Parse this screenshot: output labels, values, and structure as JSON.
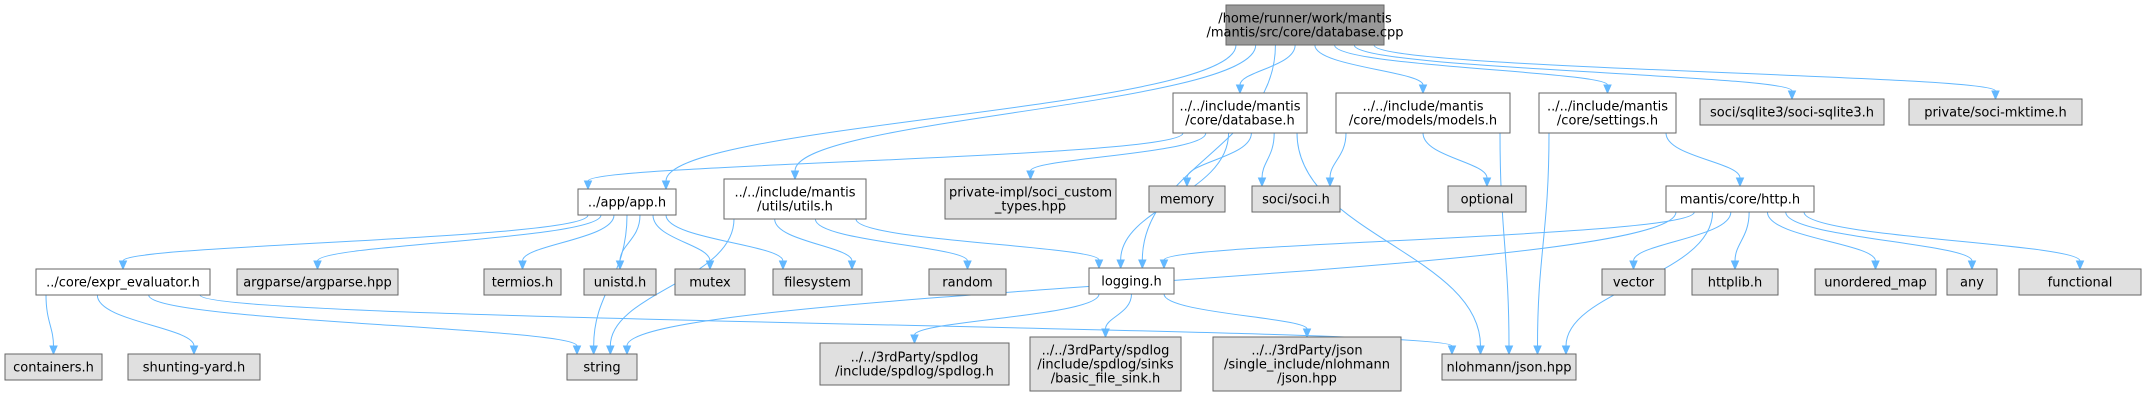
{
  "diagram": {
    "type": "include-dependency-graph",
    "colors": {
      "root_fill": "#999999",
      "header_fill": "#ffffff",
      "external_fill": "#e0e0e0",
      "border": "#666666",
      "edge": "#63b8ff"
    },
    "nodes": [
      {
        "id": "root",
        "kind": "root",
        "lines": [
          "/home/runner/work/mantis",
          "/mantis/src/core/database.cpp"
        ]
      },
      {
        "id": "app_h",
        "kind": "header",
        "lines": [
          "../app/app.h"
        ]
      },
      {
        "id": "utils_h",
        "kind": "header",
        "lines": [
          "../../include/mantis",
          "/utils/utils.h"
        ]
      },
      {
        "id": "logging_h",
        "kind": "header",
        "lines": [
          "logging.h"
        ]
      },
      {
        "id": "inc_database_h",
        "kind": "header",
        "lines": [
          "../../include/mantis",
          "/core/database.h"
        ]
      },
      {
        "id": "models_h",
        "kind": "header",
        "lines": [
          "../../include/mantis",
          "/core/models/models.h"
        ]
      },
      {
        "id": "settings_h",
        "kind": "header",
        "lines": [
          "../../include/mantis",
          "/core/settings.h"
        ]
      },
      {
        "id": "soci_sqlite3",
        "kind": "external",
        "lines": [
          "soci/sqlite3/soci-sqlite3.h"
        ]
      },
      {
        "id": "soci_mktime",
        "kind": "external",
        "lines": [
          "private/soci-mktime.h"
        ]
      },
      {
        "id": "expr_eval",
        "kind": "header",
        "lines": [
          "../core/expr_evaluator.h"
        ]
      },
      {
        "id": "argparse",
        "kind": "external",
        "lines": [
          "argparse/argparse.hpp"
        ]
      },
      {
        "id": "termios",
        "kind": "external",
        "lines": [
          "termios.h"
        ]
      },
      {
        "id": "unistd",
        "kind": "external",
        "lines": [
          "unistd.h"
        ]
      },
      {
        "id": "mutex",
        "kind": "external",
        "lines": [
          "mutex"
        ]
      },
      {
        "id": "filesystem",
        "kind": "external",
        "lines": [
          "filesystem"
        ]
      },
      {
        "id": "random",
        "kind": "external",
        "lines": [
          "random"
        ]
      },
      {
        "id": "soci_custom",
        "kind": "external",
        "lines": [
          "private-impl/soci_custom",
          "_types.hpp"
        ]
      },
      {
        "id": "memory",
        "kind": "external",
        "lines": [
          "memory"
        ]
      },
      {
        "id": "soci_h",
        "kind": "external",
        "lines": [
          "soci/soci.h"
        ]
      },
      {
        "id": "optional",
        "kind": "external",
        "lines": [
          "optional"
        ]
      },
      {
        "id": "http_h",
        "kind": "header",
        "lines": [
          "mantis/core/http.h"
        ]
      },
      {
        "id": "vector",
        "kind": "external",
        "lines": [
          "vector"
        ]
      },
      {
        "id": "httplib",
        "kind": "external",
        "lines": [
          "httplib.h"
        ]
      },
      {
        "id": "unordered_map",
        "kind": "external",
        "lines": [
          "unordered_map"
        ]
      },
      {
        "id": "any",
        "kind": "external",
        "lines": [
          "any"
        ]
      },
      {
        "id": "functional",
        "kind": "external",
        "lines": [
          "functional"
        ]
      },
      {
        "id": "containers",
        "kind": "external",
        "lines": [
          "containers.h"
        ]
      },
      {
        "id": "shunting",
        "kind": "external",
        "lines": [
          "shunting-yard.h"
        ]
      },
      {
        "id": "string",
        "kind": "external",
        "lines": [
          "string"
        ]
      },
      {
        "id": "spdlog",
        "kind": "external",
        "lines": [
          "../../3rdParty/spdlog",
          "/include/spdlog/spdlog.h"
        ]
      },
      {
        "id": "basic_sink",
        "kind": "external",
        "lines": [
          "../../3rdParty/spdlog",
          "/include/spdlog/sinks",
          "/basic_file_sink.h"
        ]
      },
      {
        "id": "json_single",
        "kind": "external",
        "lines": [
          "../../3rdParty/json",
          "/single_include/nlohmann",
          "/json.hpp"
        ]
      },
      {
        "id": "nlohmann_json",
        "kind": "external",
        "lines": [
          "nlohmann/json.hpp"
        ]
      }
    ],
    "edges": [
      [
        "root",
        "app_h"
      ],
      [
        "root",
        "utils_h"
      ],
      [
        "root",
        "logging_h"
      ],
      [
        "root",
        "inc_database_h"
      ],
      [
        "root",
        "models_h"
      ],
      [
        "root",
        "settings_h"
      ],
      [
        "root",
        "soci_sqlite3"
      ],
      [
        "root",
        "soci_mktime"
      ],
      [
        "app_h",
        "expr_eval"
      ],
      [
        "app_h",
        "argparse"
      ],
      [
        "app_h",
        "termios"
      ],
      [
        "app_h",
        "unistd"
      ],
      [
        "app_h",
        "mutex"
      ],
      [
        "app_h",
        "filesystem"
      ],
      [
        "app_h",
        "string"
      ],
      [
        "expr_eval",
        "containers"
      ],
      [
        "expr_eval",
        "shunting"
      ],
      [
        "expr_eval",
        "string"
      ],
      [
        "expr_eval",
        "nlohmann_json"
      ],
      [
        "utils_h",
        "filesystem"
      ],
      [
        "utils_h",
        "random"
      ],
      [
        "utils_h",
        "logging_h"
      ],
      [
        "utils_h",
        "string"
      ],
      [
        "logging_h",
        "spdlog"
      ],
      [
        "logging_h",
        "basic_sink"
      ],
      [
        "logging_h",
        "json_single"
      ],
      [
        "inc_database_h",
        "app_h"
      ],
      [
        "inc_database_h",
        "soci_custom"
      ],
      [
        "inc_database_h",
        "memory"
      ],
      [
        "inc_database_h",
        "soci_h"
      ],
      [
        "inc_database_h",
        "logging_h"
      ],
      [
        "inc_database_h",
        "nlohmann_json"
      ],
      [
        "models_h",
        "soci_h"
      ],
      [
        "models_h",
        "optional"
      ],
      [
        "models_h",
        "nlohmann_json"
      ],
      [
        "settings_h",
        "http_h"
      ],
      [
        "settings_h",
        "nlohmann_json"
      ],
      [
        "http_h",
        "logging_h"
      ],
      [
        "http_h",
        "vector"
      ],
      [
        "http_h",
        "httplib"
      ],
      [
        "http_h",
        "unordered_map"
      ],
      [
        "http_h",
        "any"
      ],
      [
        "http_h",
        "functional"
      ],
      [
        "http_h",
        "string"
      ],
      [
        "http_h",
        "nlohmann_json"
      ]
    ]
  }
}
